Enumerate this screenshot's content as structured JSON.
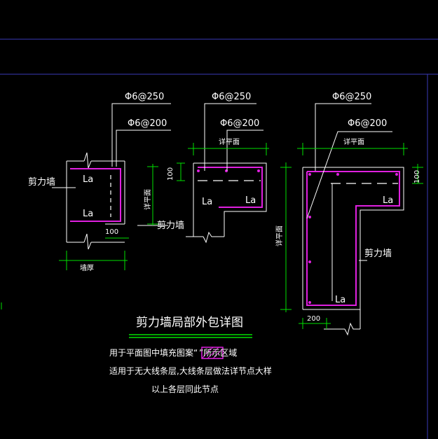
{
  "diagram": {
    "title": "剪力墙局部外包详图",
    "notes": {
      "line1a": "用于平面图中填充图案“",
      "line1b": "”所示区域",
      "line2": "适用于无大线条层,大线条层做法详节点大样",
      "line3": "以上各层同此节点"
    },
    "rebar": {
      "a": "Φ6@250",
      "b": "Φ6@200"
    },
    "labels": {
      "la": "La",
      "shear_wall": "剪力墙",
      "wall_thickness": "墙厚",
      "see_plan": "详平面",
      "dim_100": "100",
      "dim_200": "200"
    }
  },
  "colors": {
    "background": "#000000",
    "frame": "#3a3ab8",
    "concrete": "#ffffff",
    "rebar": "#e020e0",
    "dimension": "#00e000",
    "text": "#ffffff"
  }
}
